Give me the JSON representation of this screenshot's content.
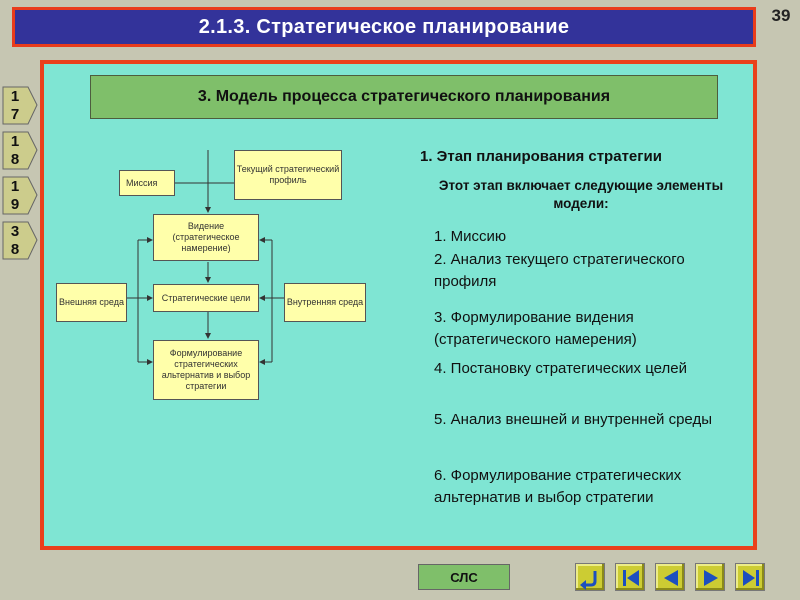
{
  "slide": {
    "title": "2.1.3. Стратегическое планирование",
    "page_number": "39"
  },
  "side_tabs": [
    {
      "d1": "1",
      "d2": "7"
    },
    {
      "d1": "1",
      "d2": "8"
    },
    {
      "d1": "1",
      "d2": "9"
    },
    {
      "d1": "3",
      "d2": "8"
    }
  ],
  "panel": {
    "header": "3. Модель процесса стратегического планирования",
    "diagram": {
      "mission": "Миссия",
      "current_profile": "Текущий стратегический профиль",
      "vision": "Видение (стратегическое намерение)",
      "strategic_goals": "Стратегические цели",
      "external_env": "Внешняя среда",
      "internal_env": "Внутренняя среда",
      "alternatives": "Формулирование стратегических альтернатив и выбор стратегии"
    },
    "stage_title": "1. Этап планирования стратегии",
    "stage_desc": "Этот этап включает следующие элементы модели:",
    "elements": [
      "1. Миссию",
      "2. Анализ текущего стратегического профиля",
      "3. Формулирование видения (стратегического намерения)",
      "4. Постановку стратегических целей",
      "5. Анализ внешней и внутренней среды",
      "6. Формулирование стратегических альтернатив и выбор стратегии"
    ]
  },
  "nav": {
    "sls_label": "СЛС",
    "buttons": [
      "return-icon",
      "first-icon",
      "prev-icon",
      "next-icon",
      "last-icon"
    ]
  },
  "colors": {
    "title_bg": "#33339a",
    "border_red": "#e9401c",
    "panel_bg": "#7fe5d3",
    "header_green": "#7fbf6a",
    "box_yellow": "#ffffaa",
    "nav_yellow": "#cccc33"
  }
}
